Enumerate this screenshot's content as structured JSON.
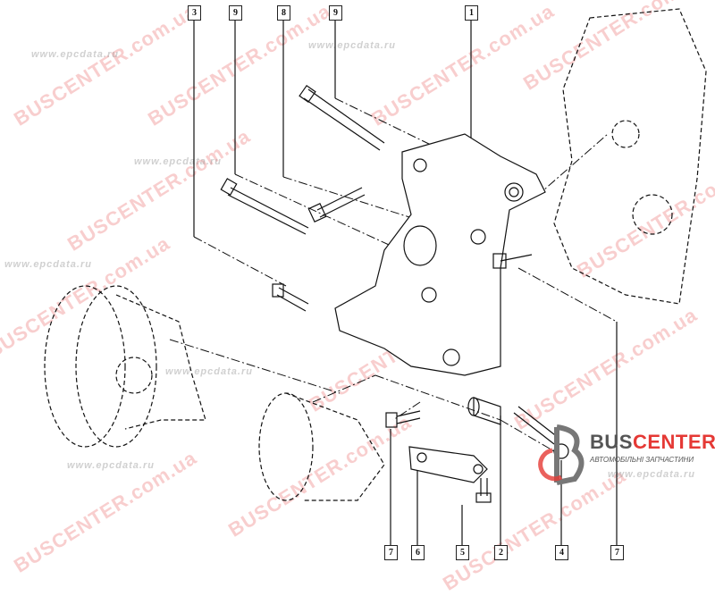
{
  "callouts_top": [
    "3",
    "9",
    "8",
    "9",
    "1"
  ],
  "callouts_bottom": [
    "7",
    "6",
    "5",
    "2",
    "4",
    "7"
  ],
  "watermarks": {
    "brand": "BUSCENTER.com.ua",
    "site": "www.epcdata.ru"
  },
  "logo": {
    "title_a": "BUS",
    "title_b": "CENTER",
    "subtitle": "АВТОМОБІЛЬНІ ЗАПЧАСТИНИ"
  },
  "colors": {
    "brand_red": "#e53935",
    "brand_grey": "#555555"
  }
}
